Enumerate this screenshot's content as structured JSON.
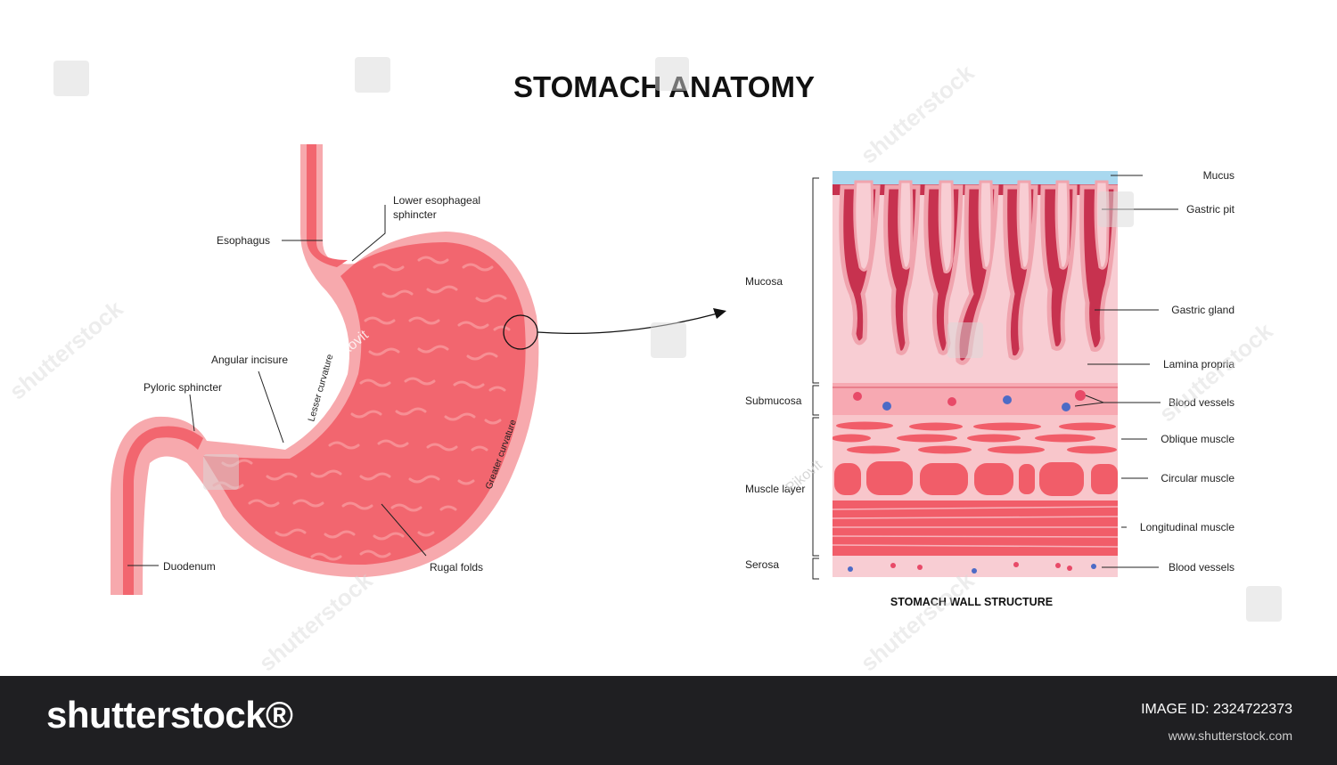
{
  "title": "STOMACH ANATOMY",
  "anatomy_labels": {
    "esophagus": "Esophagus",
    "lower_esophageal_sphincter_1": "Lower esophageal",
    "lower_esophageal_sphincter_2": "sphincter",
    "angular_incisure": "Angular incisure",
    "pyloric_sphincter": "Pyloric sphincter",
    "lesser_curvature": "Lesser curvature",
    "greater_curvature": "Greater curvature",
    "duodenum": "Duodenum",
    "rugal_folds": "Rugal folds"
  },
  "wall": {
    "subtitle": "STOMACH WALL STRUCTURE",
    "layers_left": {
      "mucosa": "Mucosa",
      "submucosa": "Submucosa",
      "muscle_layer": "Muscle layer",
      "serosa": "Serosa"
    },
    "labels_right": {
      "mucus": "Mucus",
      "gastric_pit": "Gastric pit",
      "gastric_gland": "Gastric gland",
      "lamina_propria": "Lamina propria",
      "blood_vessels_sub": "Blood vessels",
      "oblique_muscle": "Oblique muscle",
      "circular_muscle": "Circular muscle",
      "longitudinal_muscle": "Longitudinal muscle",
      "blood_vessels_serosa": "Blood vessels"
    }
  },
  "watermark": {
    "text": "shutterstock",
    "author": "Pikovit"
  },
  "footer": {
    "brand": "shutterstock®",
    "image_id": "IMAGE ID: 2324722373",
    "url": "www.shutterstock.com"
  },
  "colors": {
    "stomach_outer": "#f7a9ad",
    "stomach_inner": "#f2666f",
    "rugae": "#f78f94",
    "gland_dark": "#c7324f",
    "mucus": "#a9d8ef",
    "muscle": "#f15d69",
    "vessel_red": "#e84a68",
    "vessel_blue": "#4d6bc6",
    "footer_bg": "#1f1f22"
  }
}
